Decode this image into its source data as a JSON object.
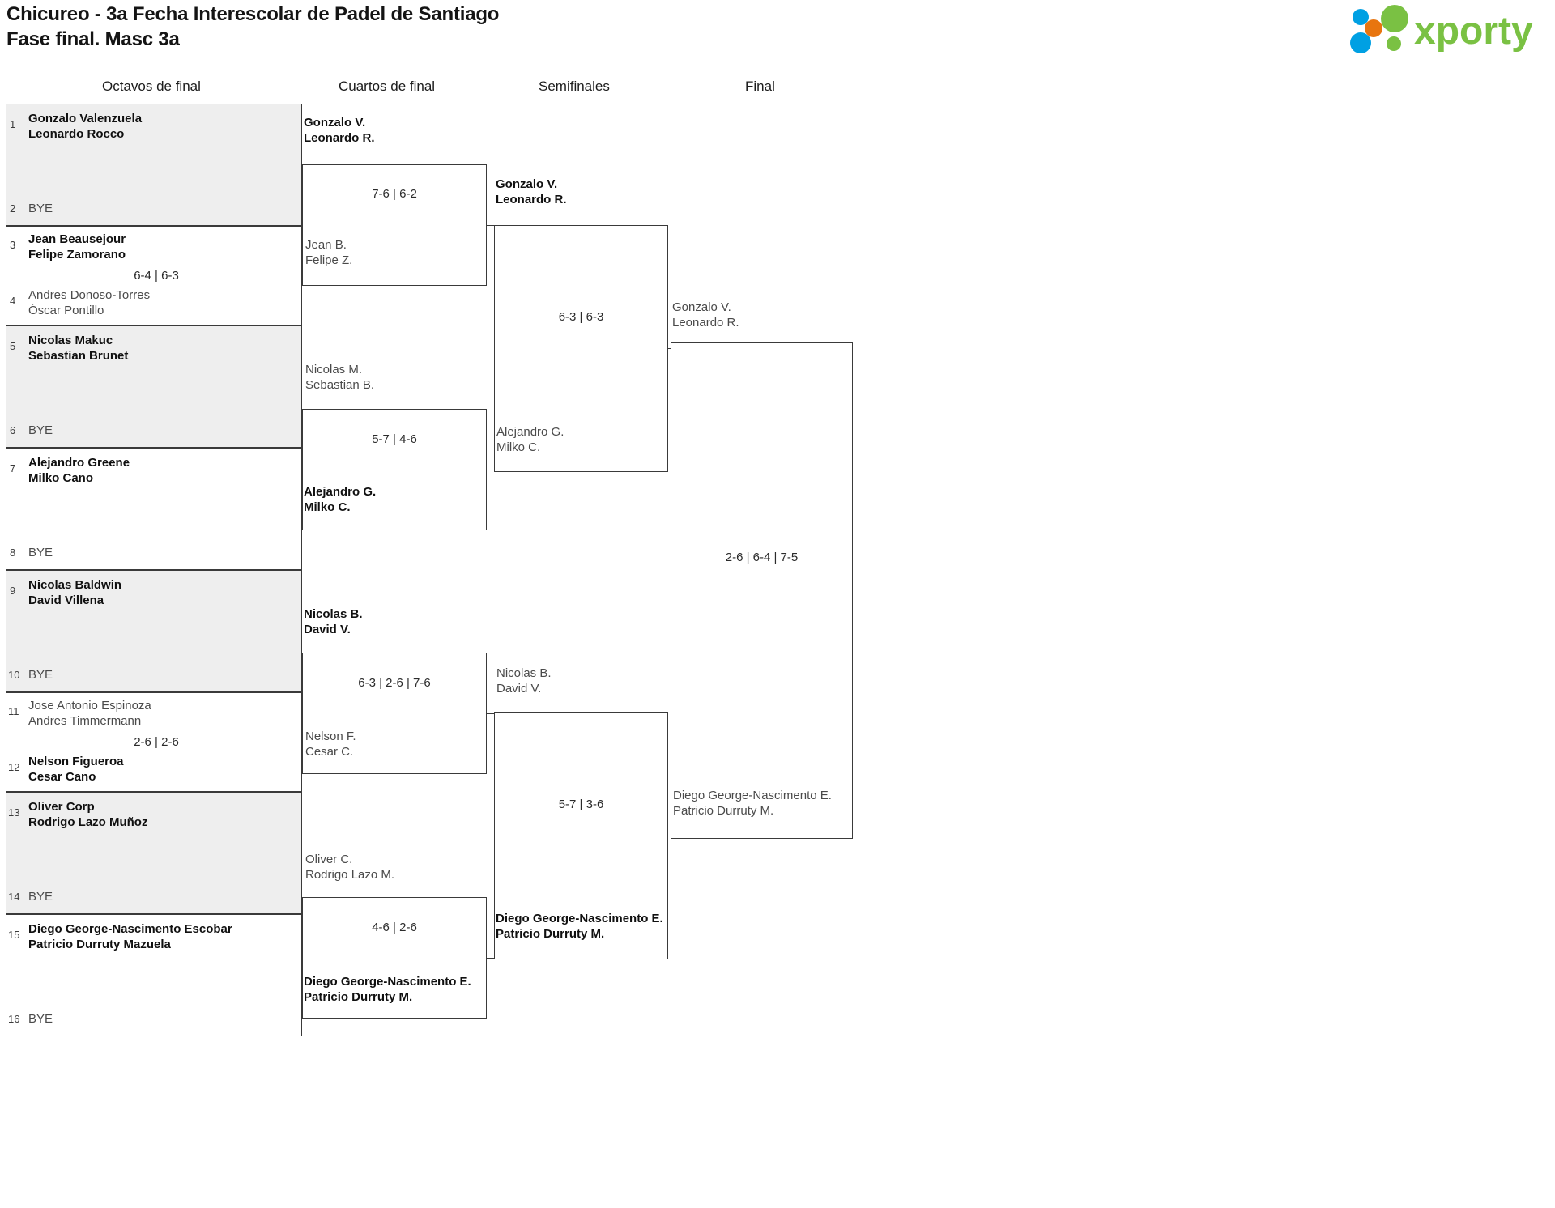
{
  "header": {
    "title_line1": "Chicureo - 3a Fecha Interescolar de Padel de Santiago",
    "title_line2": "Fase final. Masc 3a",
    "logo_text": "xporty"
  },
  "rounds": [
    {
      "label": "Octavos de final"
    },
    {
      "label": "Cuartos de final"
    },
    {
      "label": "Semifinales"
    },
    {
      "label": "Final"
    }
  ],
  "round1": {
    "seeds": [
      "1",
      "2",
      "3",
      "4",
      "5",
      "6",
      "7",
      "8",
      "9",
      "10",
      "11",
      "12",
      "13",
      "14",
      "15",
      "16"
    ],
    "entries": [
      {
        "p1": "Gonzalo Valenzuela",
        "p2": "Leonardo Rocco",
        "result": "winner"
      },
      {
        "p1": "BYE",
        "p2": "",
        "result": "bye"
      },
      {
        "p1": "Jean Beausejour",
        "p2": "Felipe Zamorano",
        "result": "winner"
      },
      {
        "p1": "Andres Donoso-Torres",
        "p2": "Óscar Pontillo",
        "result": "loser"
      },
      {
        "p1": "Nicolas Makuc",
        "p2": "Sebastian Brunet",
        "result": "winner"
      },
      {
        "p1": "BYE",
        "p2": "",
        "result": "bye"
      },
      {
        "p1": "Alejandro Greene",
        "p2": "Milko Cano",
        "result": "winner"
      },
      {
        "p1": "BYE",
        "p2": "",
        "result": "bye"
      },
      {
        "p1": "Nicolas Baldwin",
        "p2": "David Villena",
        "result": "winner"
      },
      {
        "p1": "BYE",
        "p2": "",
        "result": "bye"
      },
      {
        "p1": "Jose Antonio Espinoza",
        "p2": "Andres Timmermann",
        "result": "loser"
      },
      {
        "p1": "Nelson Figueroa",
        "p2": "Cesar Cano",
        "result": "winner"
      },
      {
        "p1": "Oliver Corp",
        "p2": "Rodrigo Lazo Muñoz",
        "result": "winner"
      },
      {
        "p1": "BYE",
        "p2": "",
        "result": "bye"
      },
      {
        "p1": "Diego George-Nascimento Escobar",
        "p2": "Patricio Durruty Mazuela",
        "result": "winner"
      },
      {
        "p1": "BYE",
        "p2": "",
        "result": "bye"
      }
    ],
    "scores": [
      "",
      "6-4 | 6-3",
      "",
      "",
      "",
      "2-6 | 2-6",
      "",
      ""
    ]
  },
  "round2": {
    "matches": [
      {
        "top": {
          "p1": "Gonzalo V.",
          "p2": "Leonardo R.",
          "result": "winner"
        },
        "bottom": {
          "p1": "Jean B.",
          "p2": "Felipe Z.",
          "result": "loser"
        },
        "score": "7-6 | 6-2"
      },
      {
        "top": {
          "p1": "Nicolas M.",
          "p2": "Sebastian B.",
          "result": "loser"
        },
        "bottom": {
          "p1": "Alejandro G.",
          "p2": "Milko C.",
          "result": "winner"
        },
        "score": "5-7 | 4-6"
      },
      {
        "top": {
          "p1": "Nicolas B.",
          "p2": "David V.",
          "result": "winner"
        },
        "bottom": {
          "p1": "Nelson F.",
          "p2": "Cesar C.",
          "result": "loser"
        },
        "score": "6-3 | 2-6 | 7-6"
      },
      {
        "top": {
          "p1": "Oliver C.",
          "p2": "Rodrigo Lazo M.",
          "result": "loser"
        },
        "bottom": {
          "p1": "Diego George-Nascimento E.",
          "p2": "Patricio Durruty M.",
          "result": "winner"
        },
        "score": "4-6 | 2-6"
      }
    ]
  },
  "round3": {
    "matches": [
      {
        "top": {
          "p1": "Gonzalo V.",
          "p2": "Leonardo R.",
          "result": "winner"
        },
        "bottom": {
          "p1": "Alejandro G.",
          "p2": "Milko C.",
          "result": "loser"
        },
        "score": "6-3 | 6-3"
      },
      {
        "top": {
          "p1": "Nicolas B.",
          "p2": "David V.",
          "result": "loser"
        },
        "bottom": {
          "p1": "Diego George-Nascimento E.",
          "p2": "Patricio Durruty M.",
          "result": "winner"
        },
        "score": "5-7 | 3-6"
      }
    ]
  },
  "round4": {
    "matches": [
      {
        "top": {
          "p1": "Gonzalo V.",
          "p2": "Leonardo R.",
          "result": "loser"
        },
        "bottom": {
          "p1": "Diego George-Nascimento E.",
          "p2": "Patricio Durruty M.",
          "result": "loser"
        },
        "score": "2-6 | 6-4 | 7-5"
      }
    ]
  },
  "colors": {
    "shaded_row": "#eeeeee",
    "line": "#3a3a3a",
    "logo_green": "#7ac143",
    "logo_blue": "#00a0e3",
    "logo_orange": "#e8750f"
  }
}
